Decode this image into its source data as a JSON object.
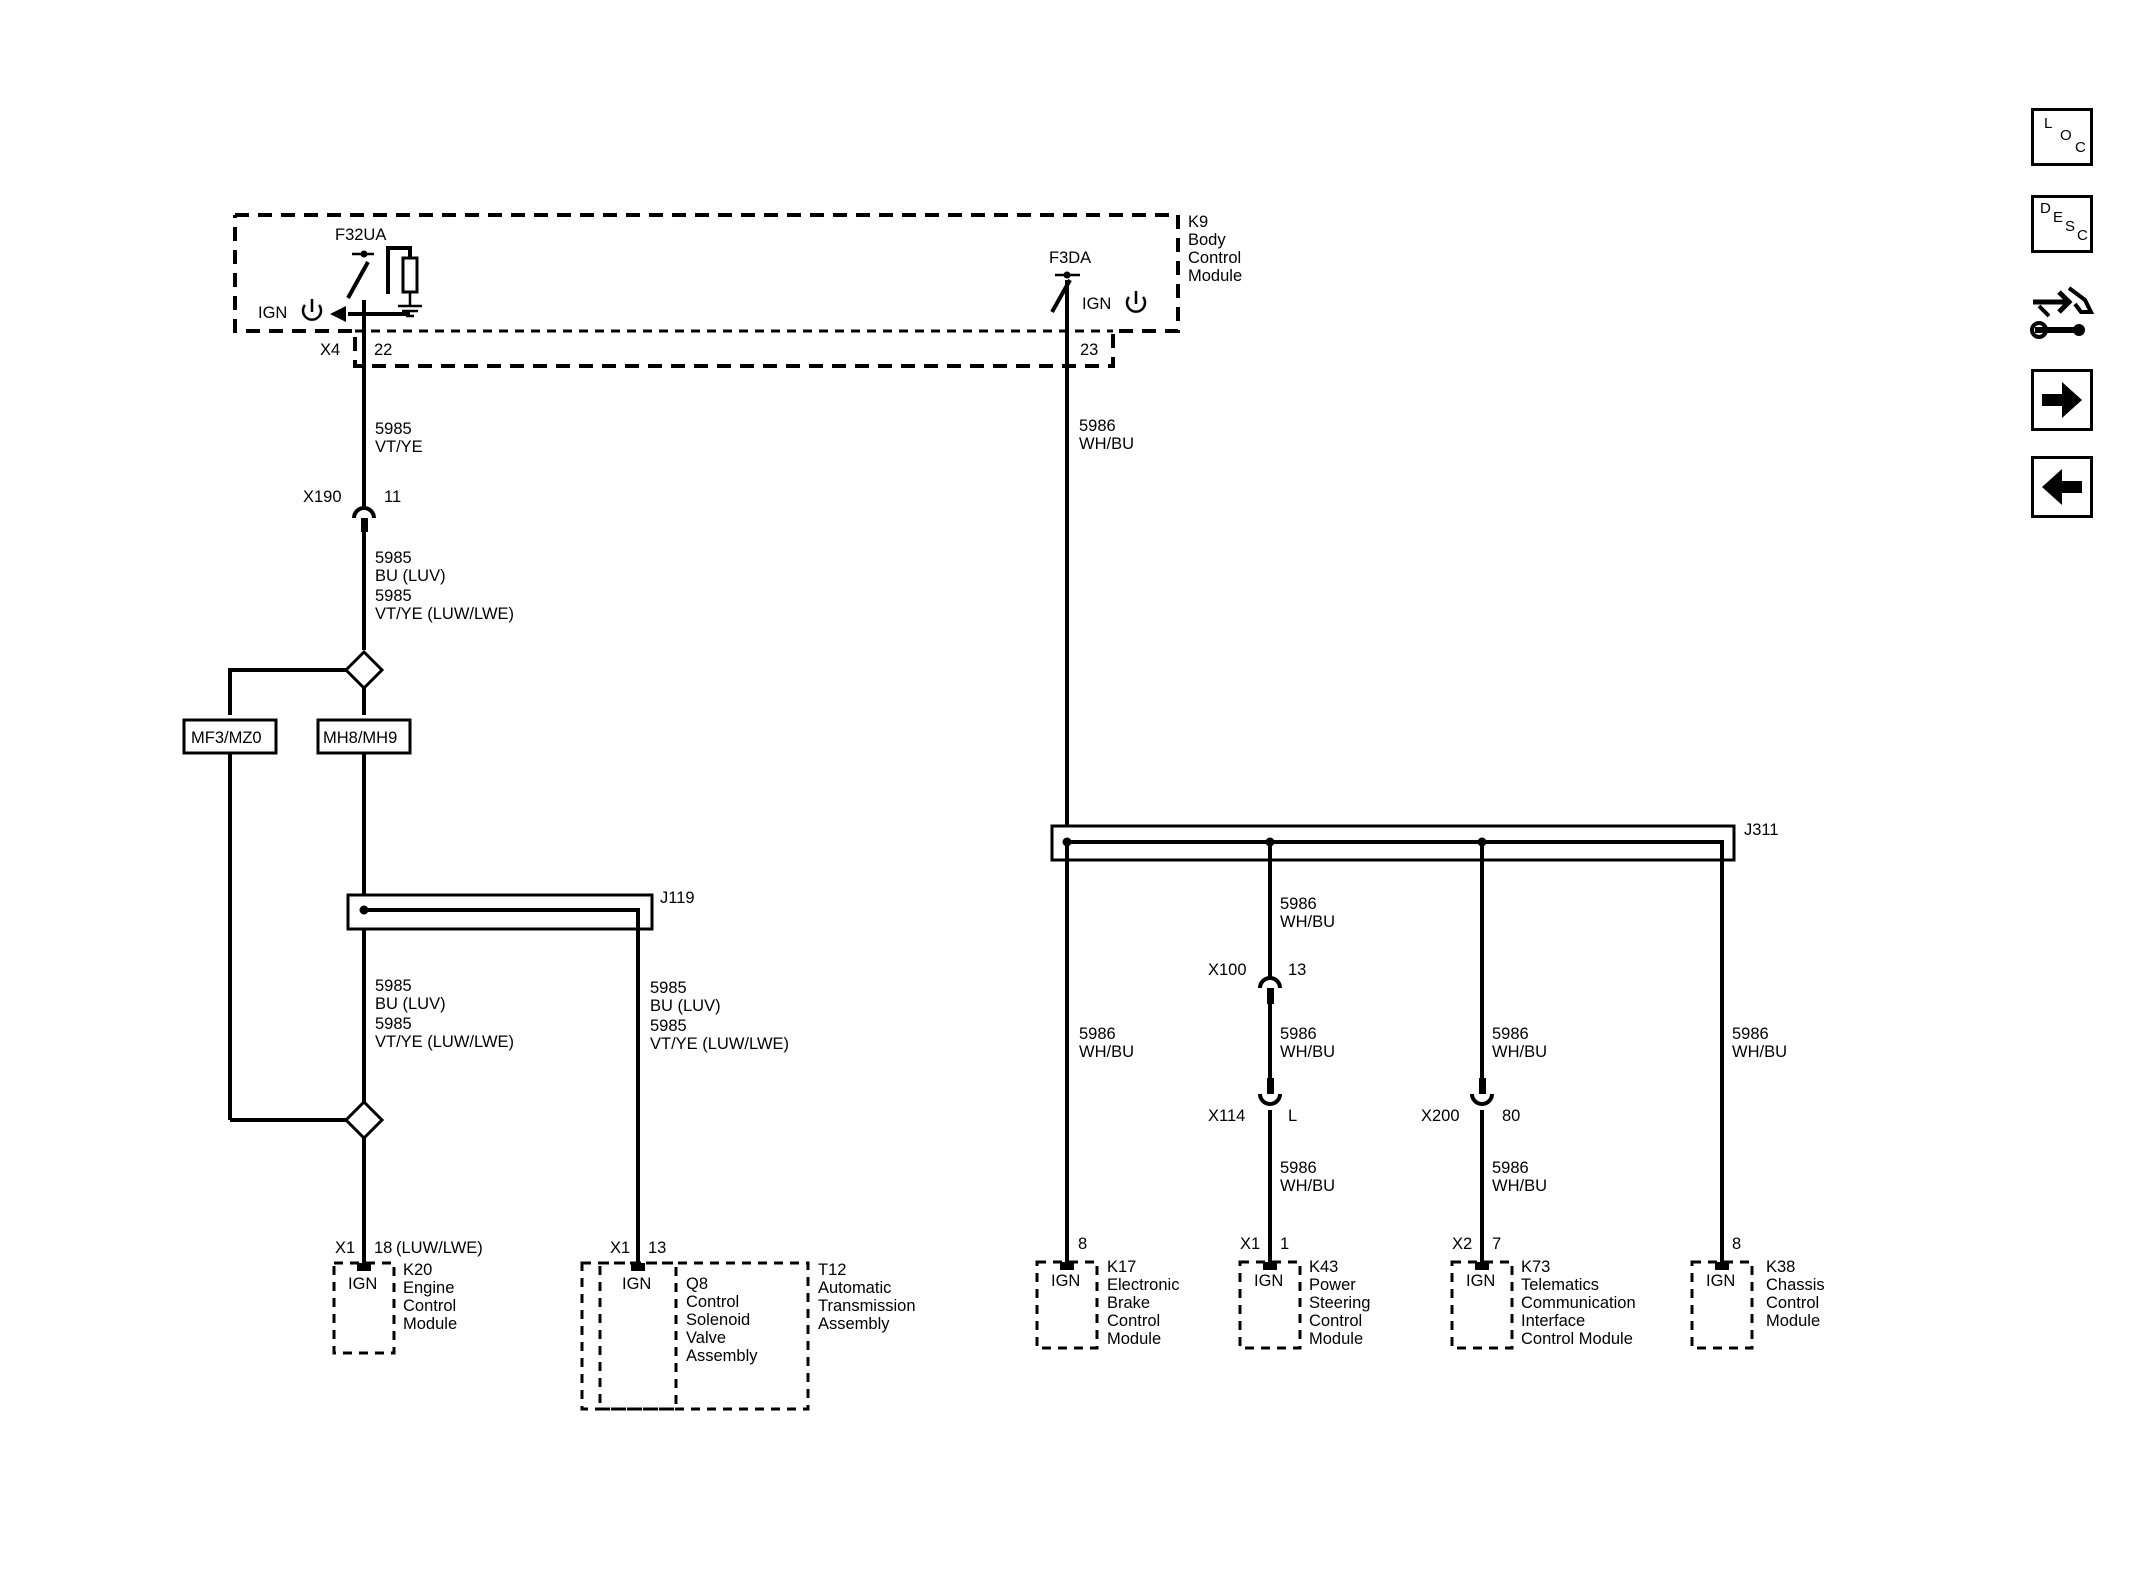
{
  "modules": {
    "k9": {
      "ref": "K9",
      "l1": "Body",
      "l2": "Control",
      "l3": "Module"
    },
    "k20": {
      "ref": "K20",
      "l1": "Engine",
      "l2": "Control",
      "l3": "Module"
    },
    "t12": {
      "ref": "T12",
      "l1": "Automatic",
      "l2": "Transmission",
      "l3": "Assembly"
    },
    "q8": {
      "ref": "Q8",
      "l1": "Control",
      "l2": "Solenoid",
      "l3": "Valve",
      "l4": "Assembly"
    },
    "k17": {
      "ref": "K17",
      "l1": "Electronic",
      "l2": "Brake",
      "l3": "Control",
      "l4": "Module"
    },
    "k43": {
      "ref": "K43",
      "l1": "Power",
      "l2": "Steering",
      "l3": "Control",
      "l4": "Module"
    },
    "k73": {
      "ref": "K73",
      "l1": "Telematics",
      "l2": "Communication",
      "l3": "Interface",
      "l4": "Control Module"
    },
    "k38": {
      "ref": "K38",
      "l1": "Chassis",
      "l2": "Control",
      "l3": "Module"
    }
  },
  "fuses": {
    "f32ua": "F32UA",
    "f3da": "F3DA"
  },
  "ign": "IGN",
  "connectors": {
    "x4": "X4",
    "x4_22": "22",
    "x4_23": "23",
    "x190": "X190",
    "x190_pin": "11",
    "x100": "X100",
    "x100_pin": "13",
    "x114": "X114",
    "x114_pin": "L",
    "x200": "X200",
    "x200_pin": "80",
    "k20_conn": "X1",
    "k20_pin": "18",
    "k20_note": "(LUW/LWE)",
    "q8_conn": "X1",
    "q8_pin": "13",
    "k17_pin": "8",
    "k43_conn": "X1",
    "k43_pin": "1",
    "k73_conn": "X2",
    "k73_pin": "7",
    "k38_pin": "8"
  },
  "splices": {
    "j119": "J119",
    "j311": "J311"
  },
  "options": {
    "left": "MF3/MZ0",
    "right": "MH8/MH9"
  },
  "wires": {
    "w5985": "5985",
    "vtye": "VT/YE",
    "bu_luv": "BU (LUV)",
    "vtye_luw": "VT/YE (LUW/LWE)",
    "w5986": "5986",
    "whbu": "WH/BU"
  },
  "nav": {
    "loc": [
      "L",
      "O",
      "C"
    ],
    "desc": [
      "D",
      "E",
      "S",
      "C"
    ],
    "icons": [
      "connector-wrench-icon",
      "forward-arrow-icon",
      "back-arrow-icon"
    ]
  }
}
